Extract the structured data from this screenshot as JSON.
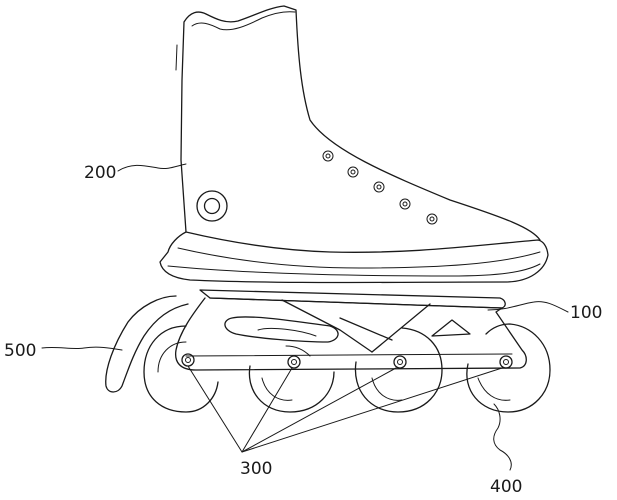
{
  "labels": {
    "boot": "200",
    "frame": "100",
    "brake": "500",
    "axles": "300",
    "wheel": "400"
  }
}
